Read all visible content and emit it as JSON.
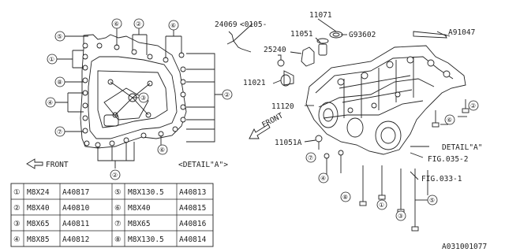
{
  "callouts": {
    "c1": "①",
    "c2": "②",
    "c3": "③",
    "c4": "④",
    "c5": "⑤",
    "c6": "⑥",
    "c7": "⑦",
    "c8": "⑧"
  },
  "labels": {
    "front_left": "FRONT",
    "front_right": "FRONT",
    "detail_a_left": "<DETAIL\"A\">",
    "detail_a_right": "DETAIL\"A\"",
    "p24069": "24069",
    "p24069_note": "<0105-",
    "p11071": "11071",
    "p11051": "11051",
    "pG93602": "G93602",
    "pA91047": "A91047",
    "p25240": "25240",
    "p11021": "11021",
    "p11120": "11120",
    "p11051A": "11051A",
    "fig035": "FIG.035-2",
    "fig033": "FIG.033-1",
    "diagram_id": "A031001077"
  },
  "bolt_table": {
    "rows": [
      {
        "left": {
          "num": "①",
          "size": "M8X24",
          "part": "A40817"
        },
        "right": {
          "num": "⑤",
          "size": "M8X130.5",
          "part": "A40813"
        }
      },
      {
        "left": {
          "num": "②",
          "size": "M8X40",
          "part": "A40810"
        },
        "right": {
          "num": "⑥",
          "size": "M8X40",
          "part": "A40815"
        }
      },
      {
        "left": {
          "num": "③",
          "size": "M8X65",
          "part": "A40811"
        },
        "right": {
          "num": "⑦",
          "size": "M8X65",
          "part": "A40816"
        }
      },
      {
        "left": {
          "num": "④",
          "size": "M8X85",
          "part": "A40812"
        },
        "right": {
          "num": "⑧",
          "size": "M8X130.5",
          "part": "A40814"
        }
      }
    ]
  }
}
